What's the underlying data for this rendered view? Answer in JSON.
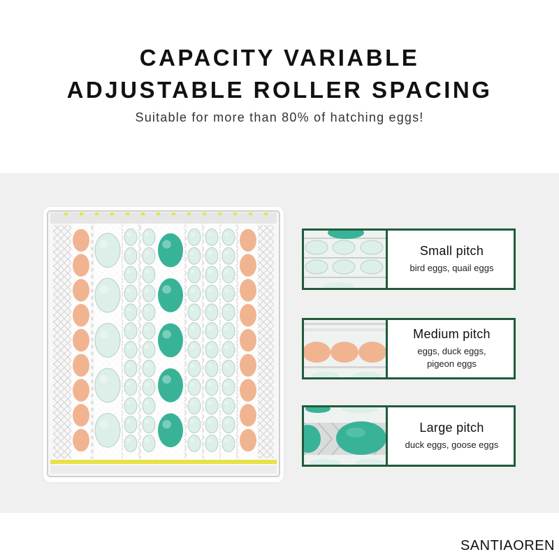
{
  "header": {
    "title_line1": "CAPACITY VARIABLE",
    "title_line2": "ADJUSTABLE ROLLER SPACING",
    "subtitle": "Suitable for more than 80% of hatching eggs!"
  },
  "colors": {
    "card_border": "#1f5b3c",
    "egg_orange": "#f1b491",
    "egg_pale": "#dcefe9",
    "egg_teal": "#38b398",
    "frame_yellow": "#e8e14a",
    "band_background": "#f0f0f0"
  },
  "tray": {
    "columns": [
      {
        "egg": "orange",
        "size": "medium",
        "count": 9
      },
      {
        "egg": "pale",
        "size": "large",
        "count": 5
      },
      {
        "egg": "pale",
        "size": "small",
        "count": 12
      },
      {
        "egg": "pale",
        "size": "small",
        "count": 12
      },
      {
        "egg": "teal",
        "size": "large",
        "count": 5
      },
      {
        "egg": "pale",
        "size": "small",
        "count": 12
      },
      {
        "egg": "pale",
        "size": "small",
        "count": 12
      },
      {
        "egg": "pale",
        "size": "small",
        "count": 12
      },
      {
        "egg": "orange",
        "size": "medium",
        "count": 9
      }
    ]
  },
  "pitch_cards": [
    {
      "title": "Small pitch",
      "desc_lines": [
        "bird eggs, quail eggs"
      ],
      "example": "small-pale-eggs"
    },
    {
      "title": "Medium pitch",
      "desc_lines": [
        "eggs, duck eggs,",
        "pigeon eggs"
      ],
      "example": "medium-orange-eggs"
    },
    {
      "title": "Large pitch",
      "desc_lines": [
        "duck eggs, goose eggs"
      ],
      "example": "large-teal-egg"
    }
  ],
  "brand": "SANTIAOREN"
}
